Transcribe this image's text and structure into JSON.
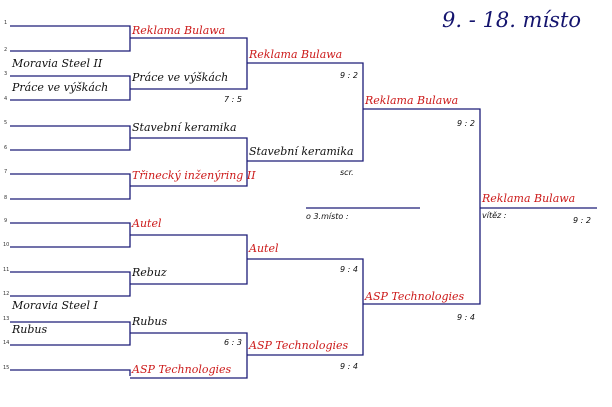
{
  "title": "9. - 18. místo",
  "colors": {
    "line": "#1c1c78",
    "winner": "#cc1a1a",
    "team": "#111111"
  },
  "seeds": [
    "1",
    "2",
    "3",
    "4",
    "5",
    "6",
    "7",
    "8",
    "9",
    "10",
    "11",
    "12",
    "13",
    "14",
    "15"
  ],
  "round0": [
    {
      "team": "Moravia Steel II"
    },
    {
      "team": "Práce ve výškách"
    },
    {
      "team": "Moravia Steel I"
    },
    {
      "team": "Rubus"
    }
  ],
  "round1": [
    {
      "team": "Reklama Bulawa",
      "winner": true
    },
    {
      "team": "Práce ve výškách",
      "winner": false
    },
    {
      "team": "Stavební keramika",
      "winner": false
    },
    {
      "team": "Třinecký inženýring   II",
      "winner": true
    },
    {
      "team": "Autel",
      "winner": true
    },
    {
      "team": "Rebuz",
      "winner": false
    },
    {
      "team": "Rubus",
      "winner": false
    },
    {
      "team": "ASP Technologies",
      "winner": true
    }
  ],
  "round2": [
    {
      "team": "Reklama Bulawa",
      "winner": true
    },
    {
      "team": "Stavební keramika",
      "winner": false
    },
    {
      "team": "Autel",
      "winner": true
    },
    {
      "team": "ASP Technologies",
      "winner": true
    }
  ],
  "round3": [
    {
      "team": "Reklama Bulawa",
      "winner": true
    },
    {
      "team": "ASP Technologies",
      "winner": true
    }
  ],
  "final": {
    "team": "Reklama Bulawa",
    "winner": true,
    "label": "vítěz :",
    "score": "9 : 2"
  },
  "scores": {
    "r1_match2": "7 : 5",
    "r2_top": "9 : 2",
    "r2_mid": "scr.",
    "r2_low": "9 : 4",
    "r2_bottom": "6 : 3",
    "r3_top": "9 : 2",
    "r3_bottom": "9 : 4",
    "r3_bottom2": "9 : 4"
  },
  "third_place_label": "o 3.místo :"
}
